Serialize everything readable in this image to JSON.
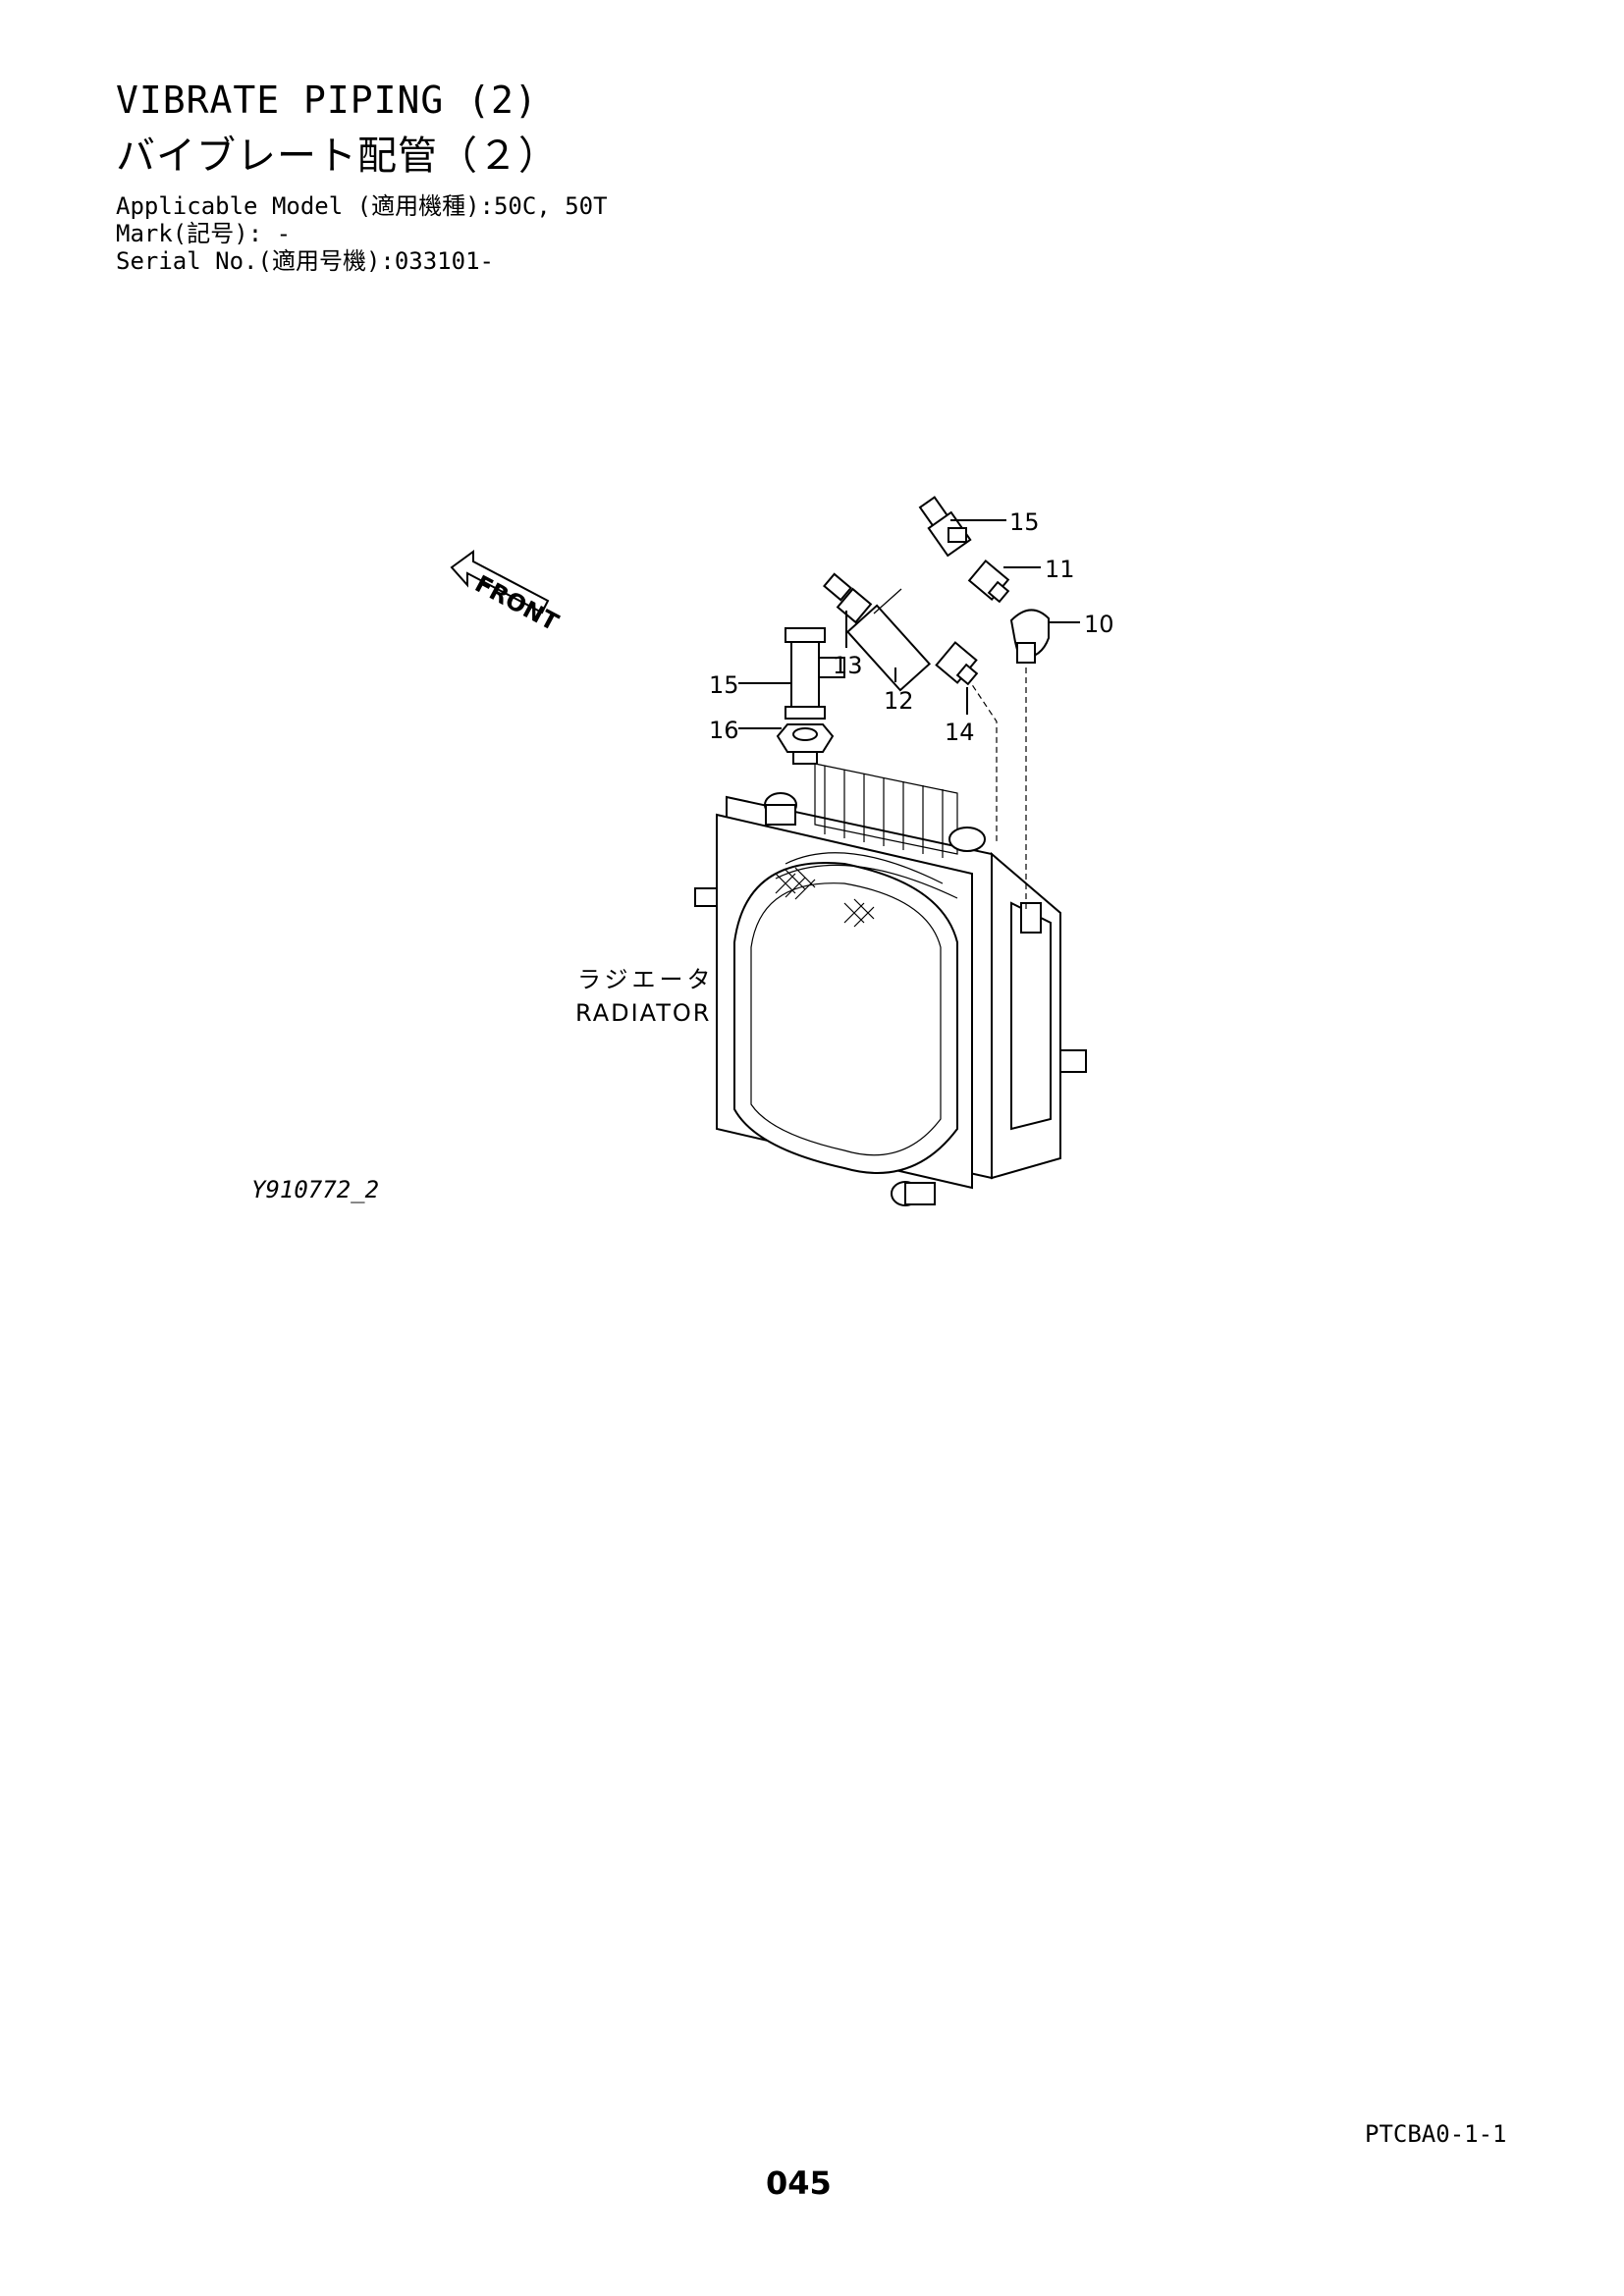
{
  "header": {
    "title_en": "VIBRATE PIPING (2)",
    "title_jp": "バイブレート配管（２）",
    "model_line": "Applicable Model (適用機種):50C, 50T",
    "mark_line": "Mark(記号): -",
    "serial_line": "Serial No.(適用号機):033101-"
  },
  "figure": {
    "id": "Y910772_2",
    "front_label": "FRONT",
    "radiator_jp": "ラジエータ",
    "radiator_en": "RADIATOR",
    "callouts": {
      "c15a": "15",
      "c11": "11",
      "c10": "10",
      "c13": "13",
      "c12": "12",
      "c14": "14",
      "c15b": "15",
      "c16": "16"
    }
  },
  "footer": {
    "code": "PTCBA0-1-1",
    "page_number": "045"
  }
}
